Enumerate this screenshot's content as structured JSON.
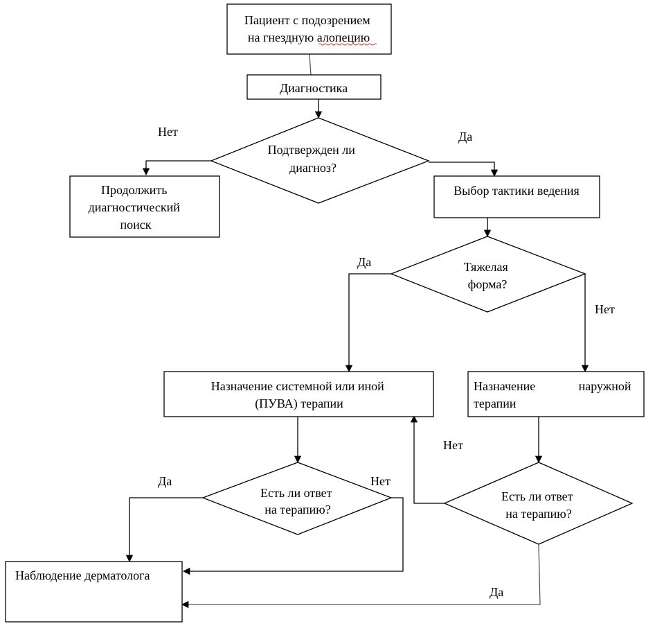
{
  "nodes": {
    "start": [
      "Пациент с подозрением",
      "на гнездную алопецию"
    ],
    "diagnostics": [
      "Диагностика"
    ],
    "decision_confirmed": [
      "Подтвержден ли",
      "диагноз?"
    ],
    "continue_search": [
      "Продолжить",
      "диагностический",
      "поиск"
    ],
    "tactics": [
      "Выбор тактики ведения"
    ],
    "decision_severe": [
      "Тяжелая",
      "форма?"
    ],
    "systemic": [
      "Назначение системной или иной",
      "(ПУВА) терапии"
    ],
    "topical": [
      "Назначение",
      "наружной",
      "терапии"
    ],
    "response_systemic": [
      "Есть ли ответ",
      "на терапию?"
    ],
    "response_topical": [
      "Есть ли ответ",
      "на терапию?"
    ],
    "observation": [
      "Наблюдение дерматолога"
    ]
  },
  "edge_labels": {
    "confirmed_no": "Нет",
    "confirmed_yes": "Да",
    "severe_yes": "Да",
    "severe_no": "Нет",
    "resp_sys_yes": "Да",
    "resp_sys_no": "Нет",
    "resp_top_no": "Нет",
    "resp_top_yes": "Да"
  }
}
